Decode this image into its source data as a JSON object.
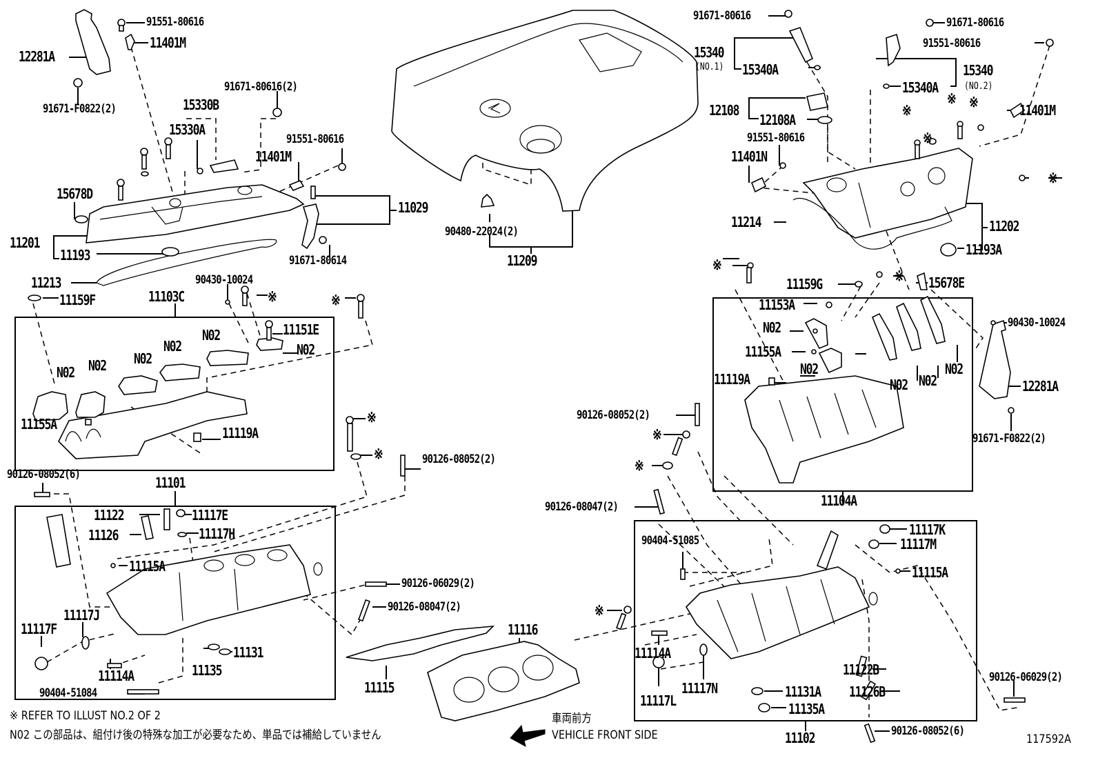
{
  "diagram": {
    "figure_id": "117592A",
    "notes": {
      "refer": "※ REFER TO ILLUST NO.2 OF 2",
      "n02": "N02 この部品は、組付け後の特殊な加工が必要なため、単品では補給していません",
      "front_jp": "車両前方",
      "front_en": "VEHICLE FRONT SIDE"
    },
    "symbols": {
      "refer_mark": "※"
    },
    "left_bank": {
      "p12281A": "12281A",
      "p91551_a": "91551-80616",
      "p11401M_a": "11401M",
      "p91671F": "91671-F0822(2)",
      "p91671_2": "91671-80616(2)",
      "p15330B": "15330B",
      "p15330A": "15330A",
      "p91551_b": "91551-80616",
      "p11401M_b": "11401M",
      "p15678D": "15678D",
      "p11029": "11029",
      "p11201": "11201",
      "p11193": "11193",
      "p91671_80614": "91671-80614",
      "p11213": "11213",
      "p90430": "90430-10024",
      "p11159F": "11159F",
      "p11103C": "11103C",
      "p11151E": "11151E",
      "p11155A": "11155A",
      "p11119A": "11119A",
      "n02": "N02",
      "p90126_08052_6": "90126-08052(6)",
      "p90126_08052_2": "90126-08052(2)",
      "p11101": "11101",
      "p11122": "11122",
      "p11117E": "11117E",
      "p11126": "11126",
      "p11117H": "11117H",
      "p11115A": "11115A",
      "p11117J": "11117J",
      "p11117F": "11117F",
      "p11114A": "11114A",
      "p90404_51084": "90404-51084",
      "p11135": "11135",
      "p11131": "11131",
      "p90126_06029": "90126-06029(2)",
      "p90126_08047": "90126-08047(2)",
      "p11115": "11115",
      "p11116": "11116"
    },
    "engine_cover": {
      "p90480": "90480-22024(2)",
      "p11209": "11209"
    },
    "right_bank": {
      "p91671_a": "91671-80616",
      "p15340_1": "15340",
      "no1": "(NO.1)",
      "p15340A_1": "15340A",
      "p91671_b": "91671-80616",
      "p91551_c": "91551-80616",
      "p15340_2": "15340",
      "no2": "(NO.2)",
      "p15340A_2": "15340A",
      "p12108": "12108",
      "p12108A": "12108A",
      "p91551_d": "91551-80616",
      "p11401M_c": "11401M",
      "p11401N": "11401N",
      "p11214": "11214",
      "p11202": "11202",
      "p11193A": "11193A",
      "p11159G": "11159G",
      "p15678E": "15678E",
      "p11153A": "11153A",
      "p11155A": "11155A",
      "p11119A": "11119A",
      "p90430": "90430-10024",
      "p12281A": "12281A",
      "p91671F": "91671-F0822(2)",
      "p11104A": "11104A",
      "p90126_08052_2": "90126-08052(2)",
      "p90126_08047": "90126-08047(2)",
      "p90404_51085": "90404-51085",
      "p11117K": "11117K",
      "p11117M": "11117M",
      "p11115A": "11115A",
      "p11114A": "11114A",
      "p11117N": "11117N",
      "p11117L": "11117L",
      "p11122B": "11122B",
      "p11126B": "11126B",
      "p11131A": "11131A",
      "p11135A": "11135A",
      "p90126_06029": "90126-06029(2)",
      "p11102": "11102",
      "p90126_08052_6": "90126-08052(6)"
    }
  }
}
